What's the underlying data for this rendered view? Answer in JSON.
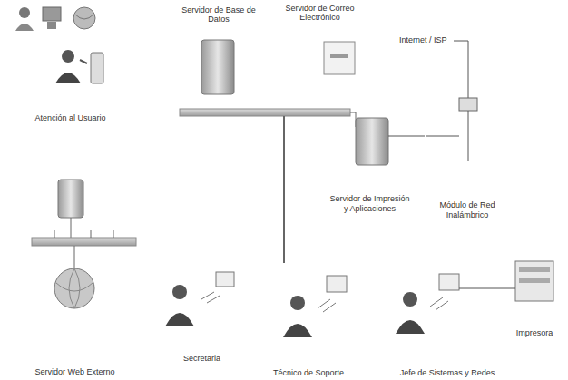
{
  "diagram": {
    "nodes": [
      {
        "text": [
          "Atención al Usuario"
        ]
      },
      {
        "text": [
          "Servidor de Base de Datos"
        ]
      },
      {
        "text": [
          "Servidor de Correo Electrónico"
        ]
      },
      {
        "text": [
          "Servidor de Impresión y Aplicaciones"
        ]
      },
      {
        "text": [
          "Módulo de Red Inalámbrico"
        ]
      },
      {
        "text": [
          "Servidor Web Externo"
        ]
      },
      {
        "text": [
          "Secretaria"
        ]
      },
      {
        "text": [
          "Técnico de Soporte"
        ]
      },
      {
        "text": [
          "Jefe de Sistemas y Redes"
        ]
      },
      {
        "text": [
          "Impresora"
        ]
      }
    ],
    "edges": [
      {
        "from": 3,
        "to": 4,
        "arrow": "none"
      },
      {
        "from": 8,
        "to": 9,
        "arrow": "none"
      }
    ],
    "labels": [
      "Internet / ISP"
    ]
  }
}
